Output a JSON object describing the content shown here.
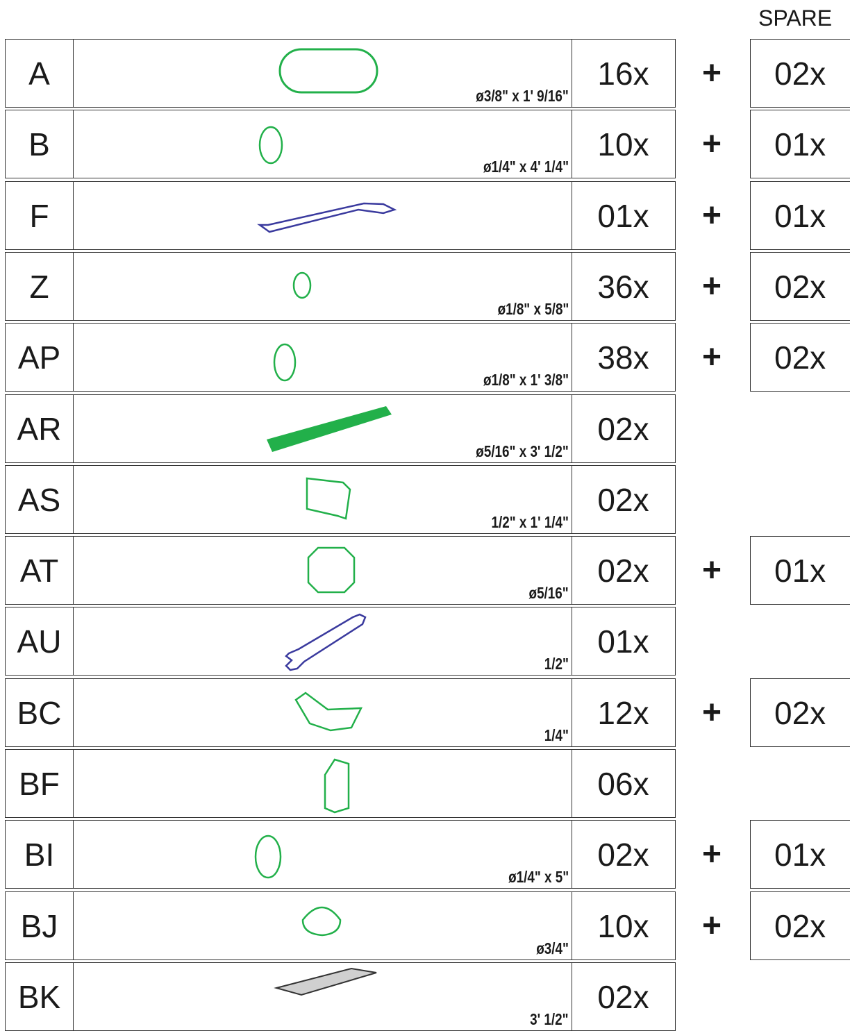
{
  "spare_header": "SPARE",
  "plus_symbol": "+",
  "colors": {
    "green": "#22b04a",
    "blue": "#3a3a9e",
    "gray": "#a9a9a9"
  },
  "rows": [
    {
      "code": "A",
      "icon": "dowel-icon",
      "dimension": "ø3/8\" x 1' 9/16\"",
      "quantity": "16x",
      "spare": "02x"
    },
    {
      "code": "B",
      "icon": "bolt-icon",
      "dimension": "ø1/4\" x 4' 1/4\"",
      "quantity": "10x",
      "spare": "01x"
    },
    {
      "code": "F",
      "icon": "allen-key-icon",
      "dimension": "",
      "quantity": "01x",
      "spare": "01x"
    },
    {
      "code": "Z",
      "icon": "short-screw-icon",
      "dimension": "ø1/8\" x 5/8\"",
      "quantity": "36x",
      "spare": "02x"
    },
    {
      "code": "AP",
      "icon": "long-screw-icon",
      "dimension": "ø1/8\" x 1' 3/8\"",
      "quantity": "38x",
      "spare": "02x"
    },
    {
      "code": "AR",
      "icon": "threaded-rod-icon",
      "dimension": "ø5/16\" x 3' 1/2\"",
      "quantity": "02x",
      "spare": ""
    },
    {
      "code": "AS",
      "icon": "barrel-nut-icon",
      "dimension": "1/2\" x 1' 1/4\"",
      "quantity": "02x",
      "spare": ""
    },
    {
      "code": "AT",
      "icon": "hex-nut-icon",
      "dimension": "ø5/16\"",
      "quantity": "02x",
      "spare": "01x"
    },
    {
      "code": "AU",
      "icon": "wrench-icon",
      "dimension": "1/2\"",
      "quantity": "01x",
      "spare": ""
    },
    {
      "code": "BC",
      "icon": "curved-washer-icon",
      "dimension": "1/4\"",
      "quantity": "12x",
      "spare": "02x"
    },
    {
      "code": "BF",
      "icon": "bracket-icon",
      "dimension": "",
      "quantity": "06x",
      "spare": ""
    },
    {
      "code": "BI",
      "icon": "long-bolt-icon",
      "dimension": "ø1/4\" x 5\"",
      "quantity": "02x",
      "spare": "01x"
    },
    {
      "code": "BJ",
      "icon": "cap-icon",
      "dimension": "ø3/4\"",
      "quantity": "10x",
      "spare": "02x"
    },
    {
      "code": "BK",
      "icon": "wood-block-icon",
      "dimension": "3' 1/2\"",
      "quantity": "02x",
      "spare": ""
    }
  ]
}
